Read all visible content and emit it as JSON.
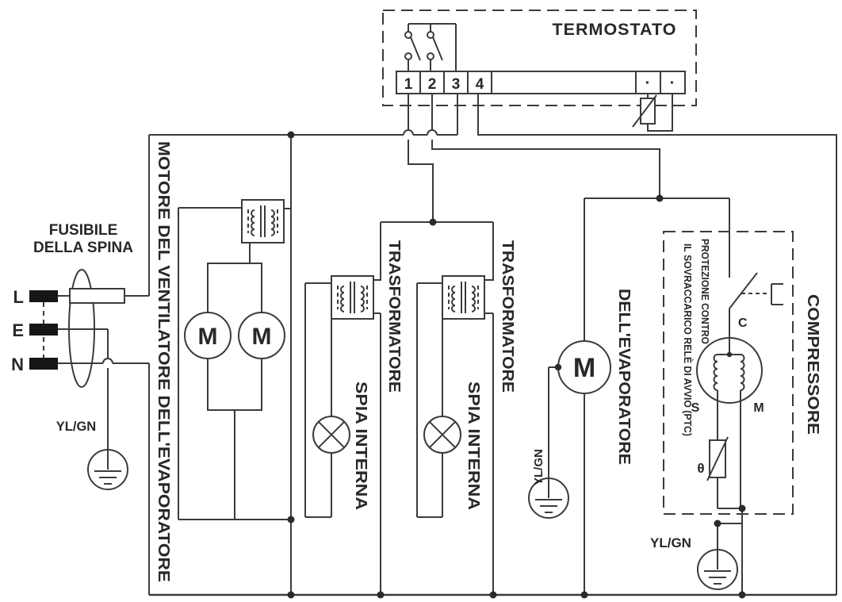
{
  "diagram": {
    "thermostat": {
      "title": "TERMOSTATO",
      "terminals": [
        "1",
        "2",
        "3",
        "4"
      ],
      "sensor_terminals": [
        "·",
        "·"
      ]
    },
    "plug": {
      "fuse_label_line1": "FUSIBILE",
      "fuse_label_line2": "DELLA SPINA",
      "pin_l": "L",
      "pin_e": "E",
      "pin_n": "N",
      "earth_label": "YL/GN"
    },
    "fan_motor": {
      "label": "MOTORE DEL VENTILATORE DELL'EVAPORATORE",
      "motor_symbol_left": "M",
      "motor_symbol_right": "M"
    },
    "transformer1": {
      "label": "TRASFORMATORE",
      "lamp_label": "SPIA INTERNA"
    },
    "transformer2": {
      "label": "TRASFORMATORE",
      "lamp_label": "SPIA INTERNA"
    },
    "evaporator_motor": {
      "label": "DELL'EVAPORATORE",
      "motor_symbol": "M",
      "earth_label": "YL/GN"
    },
    "compressor": {
      "label": "COMPRESSORE",
      "protection_line1": "PROTEZIONE CONTRO",
      "protection_line2": "IL SOVRACCARICO RELÈ DI AVVIO (PTC)",
      "terminal_c": "C",
      "terminal_s": "S",
      "terminal_m": "M",
      "ptc_symbol": "θ",
      "earth_label": "YL/GN"
    },
    "colors": {
      "line": "#3b3b3b",
      "text": "#282828",
      "terminal_fill": "#161616",
      "background": "#ffffff"
    }
  }
}
